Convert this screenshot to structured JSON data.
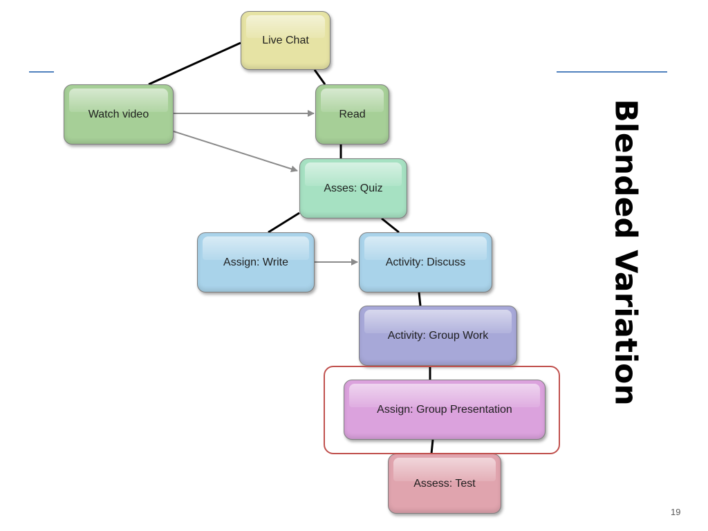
{
  "slide": {
    "title": "Blended Variation",
    "page_number": "19"
  },
  "diagram": {
    "nodes": {
      "live_chat": "Live Chat",
      "watch_video": "Watch video",
      "read": "Read",
      "quiz": "Asses: Quiz",
      "write": "Assign: Write",
      "discuss": "Activity: Discuss",
      "group_work": "Activity: Group Work",
      "group_presentation": "Assign: Group Presentation",
      "test": "Assess: Test"
    },
    "edges": [
      {
        "from": "Watch video",
        "to": "Live Chat",
        "style": "line"
      },
      {
        "from": "Live Chat",
        "to": "Read",
        "style": "line"
      },
      {
        "from": "Watch video",
        "to": "Read",
        "style": "arrow"
      },
      {
        "from": "Watch video",
        "to": "Asses: Quiz",
        "style": "arrow"
      },
      {
        "from": "Read",
        "to": "Asses: Quiz",
        "style": "line"
      },
      {
        "from": "Asses: Quiz",
        "to": "Assign: Write",
        "style": "line"
      },
      {
        "from": "Asses: Quiz",
        "to": "Activity: Discuss",
        "style": "line"
      },
      {
        "from": "Assign: Write",
        "to": "Activity: Discuss",
        "style": "arrow"
      },
      {
        "from": "Activity: Discuss",
        "to": "Activity: Group Work",
        "style": "line"
      },
      {
        "from": "Activity: Group Work",
        "to": "Assign: Group Presentation",
        "style": "line"
      },
      {
        "from": "Assign: Group Presentation",
        "to": "Assess: Test",
        "style": "line"
      }
    ],
    "highlighted_node": "Assign: Group Presentation",
    "colors": {
      "highlight_border": "#c0504d",
      "rule": "#4f81bd",
      "live_chat": "#e6e3a4",
      "green_nodes": "#a6cf97",
      "quiz": "#a6e1c2",
      "blue_nodes": "#a9d3ea",
      "group_work": "#a7a8d8",
      "group_presentation": "#dba2dd",
      "test": "#e0a4ae"
    }
  }
}
